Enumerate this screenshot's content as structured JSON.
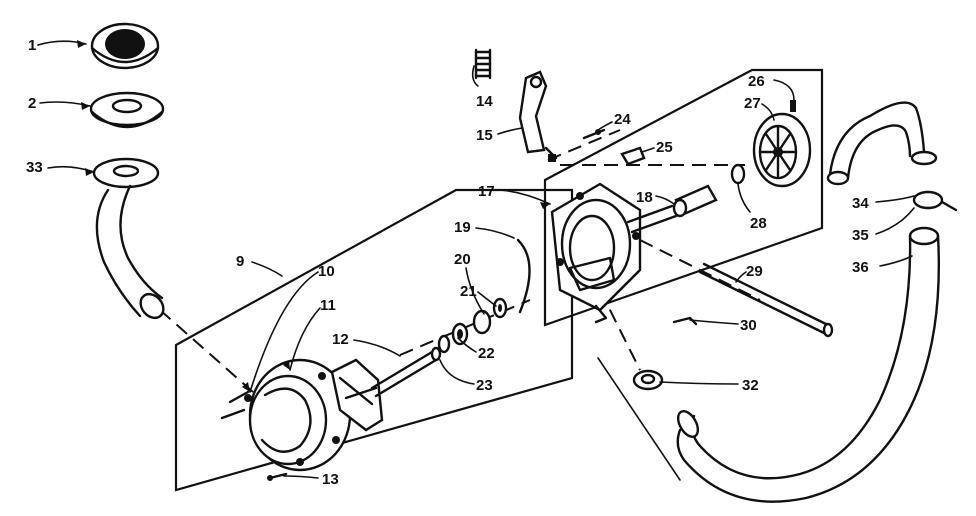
{
  "callouts": [
    {
      "id": "c1",
      "text": "1"
    },
    {
      "id": "c2",
      "text": "2"
    },
    {
      "id": "c33",
      "text": "33"
    },
    {
      "id": "c9",
      "text": "9"
    },
    {
      "id": "c10",
      "text": "10"
    },
    {
      "id": "c11",
      "text": "11"
    },
    {
      "id": "c12",
      "text": "12"
    },
    {
      "id": "c13",
      "text": "13"
    },
    {
      "id": "c14",
      "text": "14"
    },
    {
      "id": "c15",
      "text": "15"
    },
    {
      "id": "c17",
      "text": "17"
    },
    {
      "id": "c18",
      "text": "18"
    },
    {
      "id": "c19",
      "text": "19"
    },
    {
      "id": "c20",
      "text": "20"
    },
    {
      "id": "c21",
      "text": "21"
    },
    {
      "id": "c22",
      "text": "22"
    },
    {
      "id": "c23",
      "text": "23"
    },
    {
      "id": "c24",
      "text": "24"
    },
    {
      "id": "c25",
      "text": "25"
    },
    {
      "id": "c26",
      "text": "26"
    },
    {
      "id": "c27",
      "text": "27"
    },
    {
      "id": "c28",
      "text": "28"
    },
    {
      "id": "c29",
      "text": "29"
    },
    {
      "id": "c30",
      "text": "30"
    },
    {
      "id": "c32",
      "text": "32"
    },
    {
      "id": "c34",
      "text": "34"
    },
    {
      "id": "c35",
      "text": "35"
    },
    {
      "id": "c36",
      "text": "36"
    }
  ]
}
